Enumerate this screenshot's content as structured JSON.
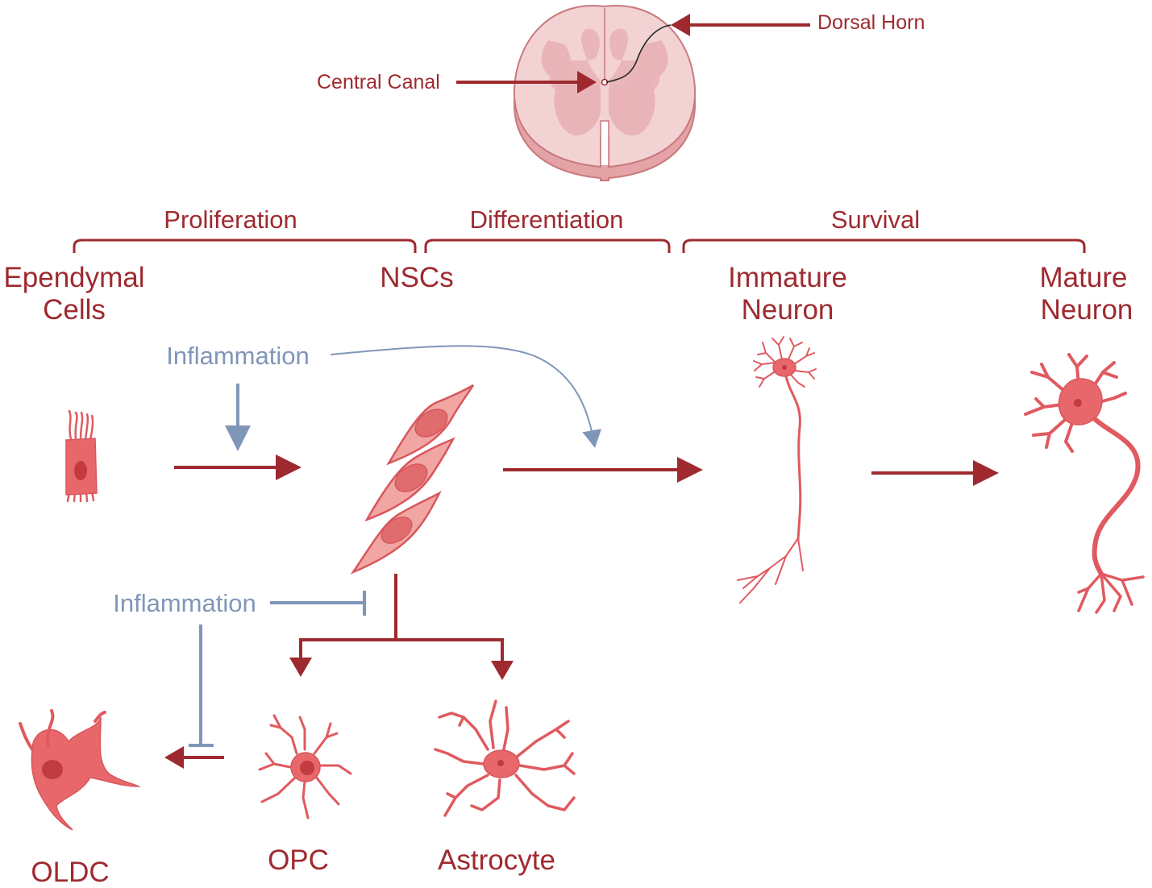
{
  "spinal_cord": {
    "dorsal_horn_label": "Dorsal Horn",
    "central_canal_label": "Central Canal"
  },
  "phases": {
    "proliferation": "Proliferation",
    "differentiation": "Differentiation",
    "survival": "Survival"
  },
  "stages": {
    "ependymal_line1": "Ependymal",
    "ependymal_line2": "Cells",
    "nscs": "NSCs",
    "immature_line1": "Immature",
    "immature_line2": "Neuron",
    "mature_line1": "Mature",
    "mature_line2": "Neuron"
  },
  "modulators": {
    "inflammation_top": "Inflammation",
    "inflammation_bottom": "Inflammation"
  },
  "glia": {
    "oldc": "OLDC",
    "opc": "OPC",
    "astrocyte": "Astrocyte"
  },
  "colors": {
    "label_red": "#9e2a2f",
    "inflammation_blue": "#8096b8",
    "cell_pink": "#e8676b",
    "cord_white_matter": "#f3d2d3",
    "cord_gray_matter": "#e8b4b8"
  }
}
